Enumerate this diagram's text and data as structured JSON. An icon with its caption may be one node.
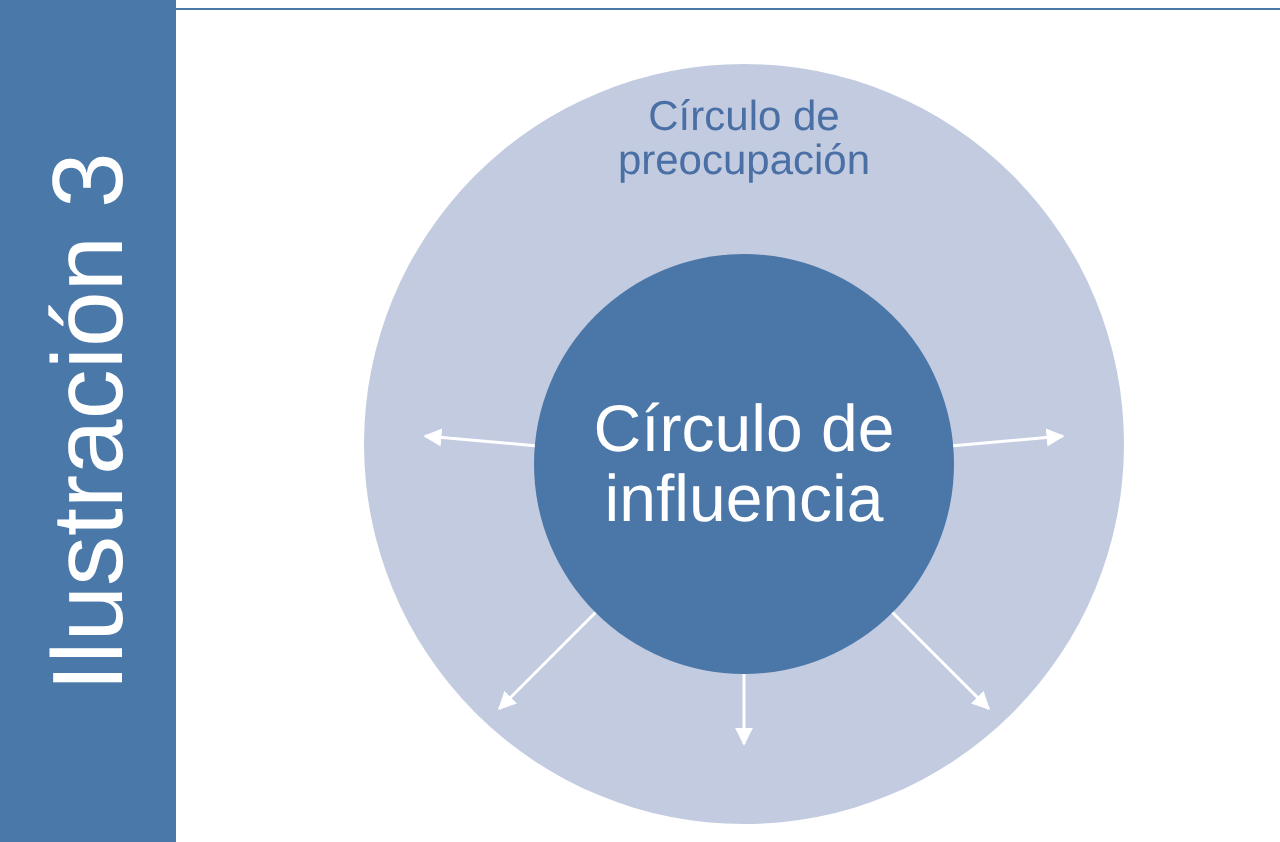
{
  "diagram": {
    "nodes": [
      {
        "text": [
          "Ilustración 3"
        ]
      },
      {
        "text": [
          "Círculo de preocupación"
        ]
      },
      {
        "text": [
          "Círculo de influencia"
        ],
        "in": 1
      }
    ],
    "edges": [
      {
        "from": 2,
        "to": null,
        "arrow": "to"
      },
      {
        "from": 2,
        "to": null,
        "arrow": "to"
      },
      {
        "from": 2,
        "to": null,
        "arrow": "to"
      },
      {
        "from": 2,
        "to": null,
        "arrow": "to"
      },
      {
        "from": 2,
        "to": null,
        "arrow": "to"
      }
    ]
  }
}
